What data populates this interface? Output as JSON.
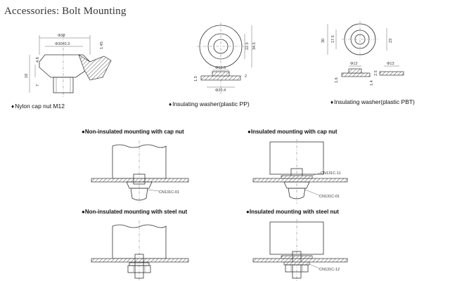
{
  "title": "Accessories: Bolt Mounting",
  "bullet": "♦",
  "mount_bullet": "●",
  "accessories": [
    {
      "caption": "Nylon cap nut M12",
      "dims": [
        "Φ38",
        "Φ30±0.3",
        "1.45",
        "18",
        "4.8",
        "7"
      ]
    },
    {
      "caption": "Insulating washer(plastic PP)",
      "dims": [
        "22.5",
        "34.5",
        "Φ12.3",
        "2",
        "Φ20.4",
        "1.5"
      ]
    },
    {
      "caption": "Insulating washer(plastic PBT)",
      "dims": [
        "30",
        "17.5",
        "23",
        "Φ12",
        "Φ13",
        "2.5",
        "1.6",
        "1.4"
      ]
    }
  ],
  "mountings": [
    {
      "caption": "Non-insulated mounting with cap nut",
      "labels": [
        "CN131C-01"
      ]
    },
    {
      "caption": "Insulated mounting with cap nut",
      "labels": [
        "CN131C-11",
        "CN131C-01"
      ]
    },
    {
      "caption": "Non-insulated mounting with steel nut",
      "labels": []
    },
    {
      "caption": "Insulated mounting with steel nut",
      "labels": [
        "CN131C-12"
      ]
    }
  ]
}
